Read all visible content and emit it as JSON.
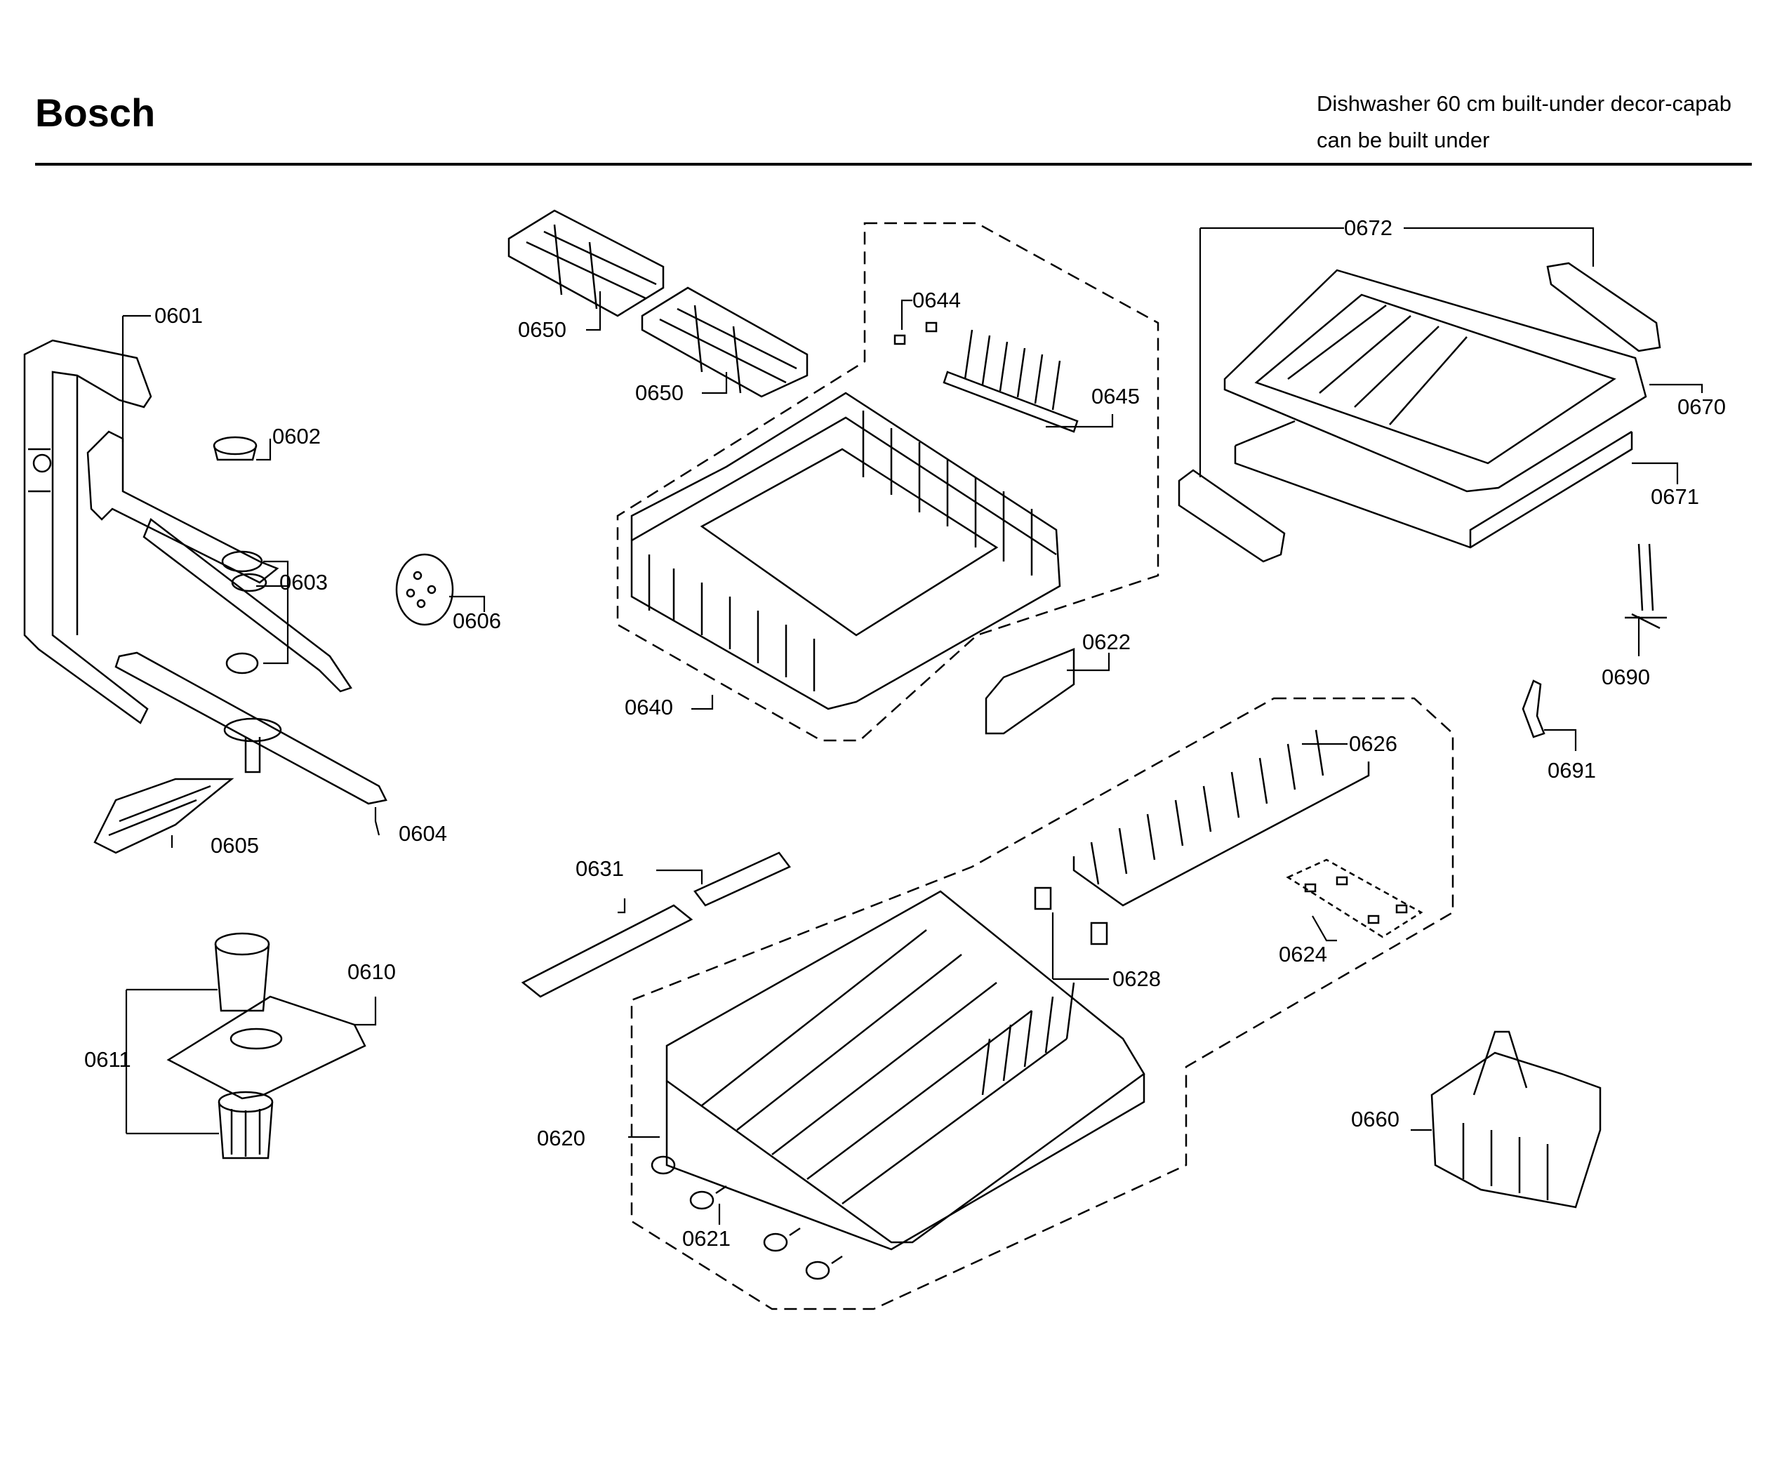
{
  "header": {
    "brand": "Bosch",
    "subtitle_line1": "Dishwasher 60 cm built-under decor-capab",
    "subtitle_line2": "can be built under"
  },
  "parts": [
    {
      "id": "p0601",
      "label": "0601"
    },
    {
      "id": "p0602",
      "label": "0602"
    },
    {
      "id": "p0603",
      "label": "0603"
    },
    {
      "id": "p0604",
      "label": "0604"
    },
    {
      "id": "p0605",
      "label": "0605"
    },
    {
      "id": "p0606",
      "label": "0606"
    },
    {
      "id": "p0610",
      "label": "0610"
    },
    {
      "id": "p0611",
      "label": "0611"
    },
    {
      "id": "p0620",
      "label": "0620"
    },
    {
      "id": "p0621",
      "label": "0621"
    },
    {
      "id": "p0622",
      "label": "0622"
    },
    {
      "id": "p0624",
      "label": "0624"
    },
    {
      "id": "p0626",
      "label": "0626"
    },
    {
      "id": "p0628",
      "label": "0628"
    },
    {
      "id": "p0631",
      "label": "0631"
    },
    {
      "id": "p0640",
      "label": "0640"
    },
    {
      "id": "p0644",
      "label": "0644"
    },
    {
      "id": "p0645",
      "label": "0645"
    },
    {
      "id": "p0650a",
      "label": "0650"
    },
    {
      "id": "p0650b",
      "label": "0650"
    },
    {
      "id": "p0660",
      "label": "0660"
    },
    {
      "id": "p0670",
      "label": "0670"
    },
    {
      "id": "p0671",
      "label": "0671"
    },
    {
      "id": "p0672",
      "label": "0672"
    },
    {
      "id": "p0690",
      "label": "0690"
    },
    {
      "id": "p0691",
      "label": "0691"
    }
  ]
}
